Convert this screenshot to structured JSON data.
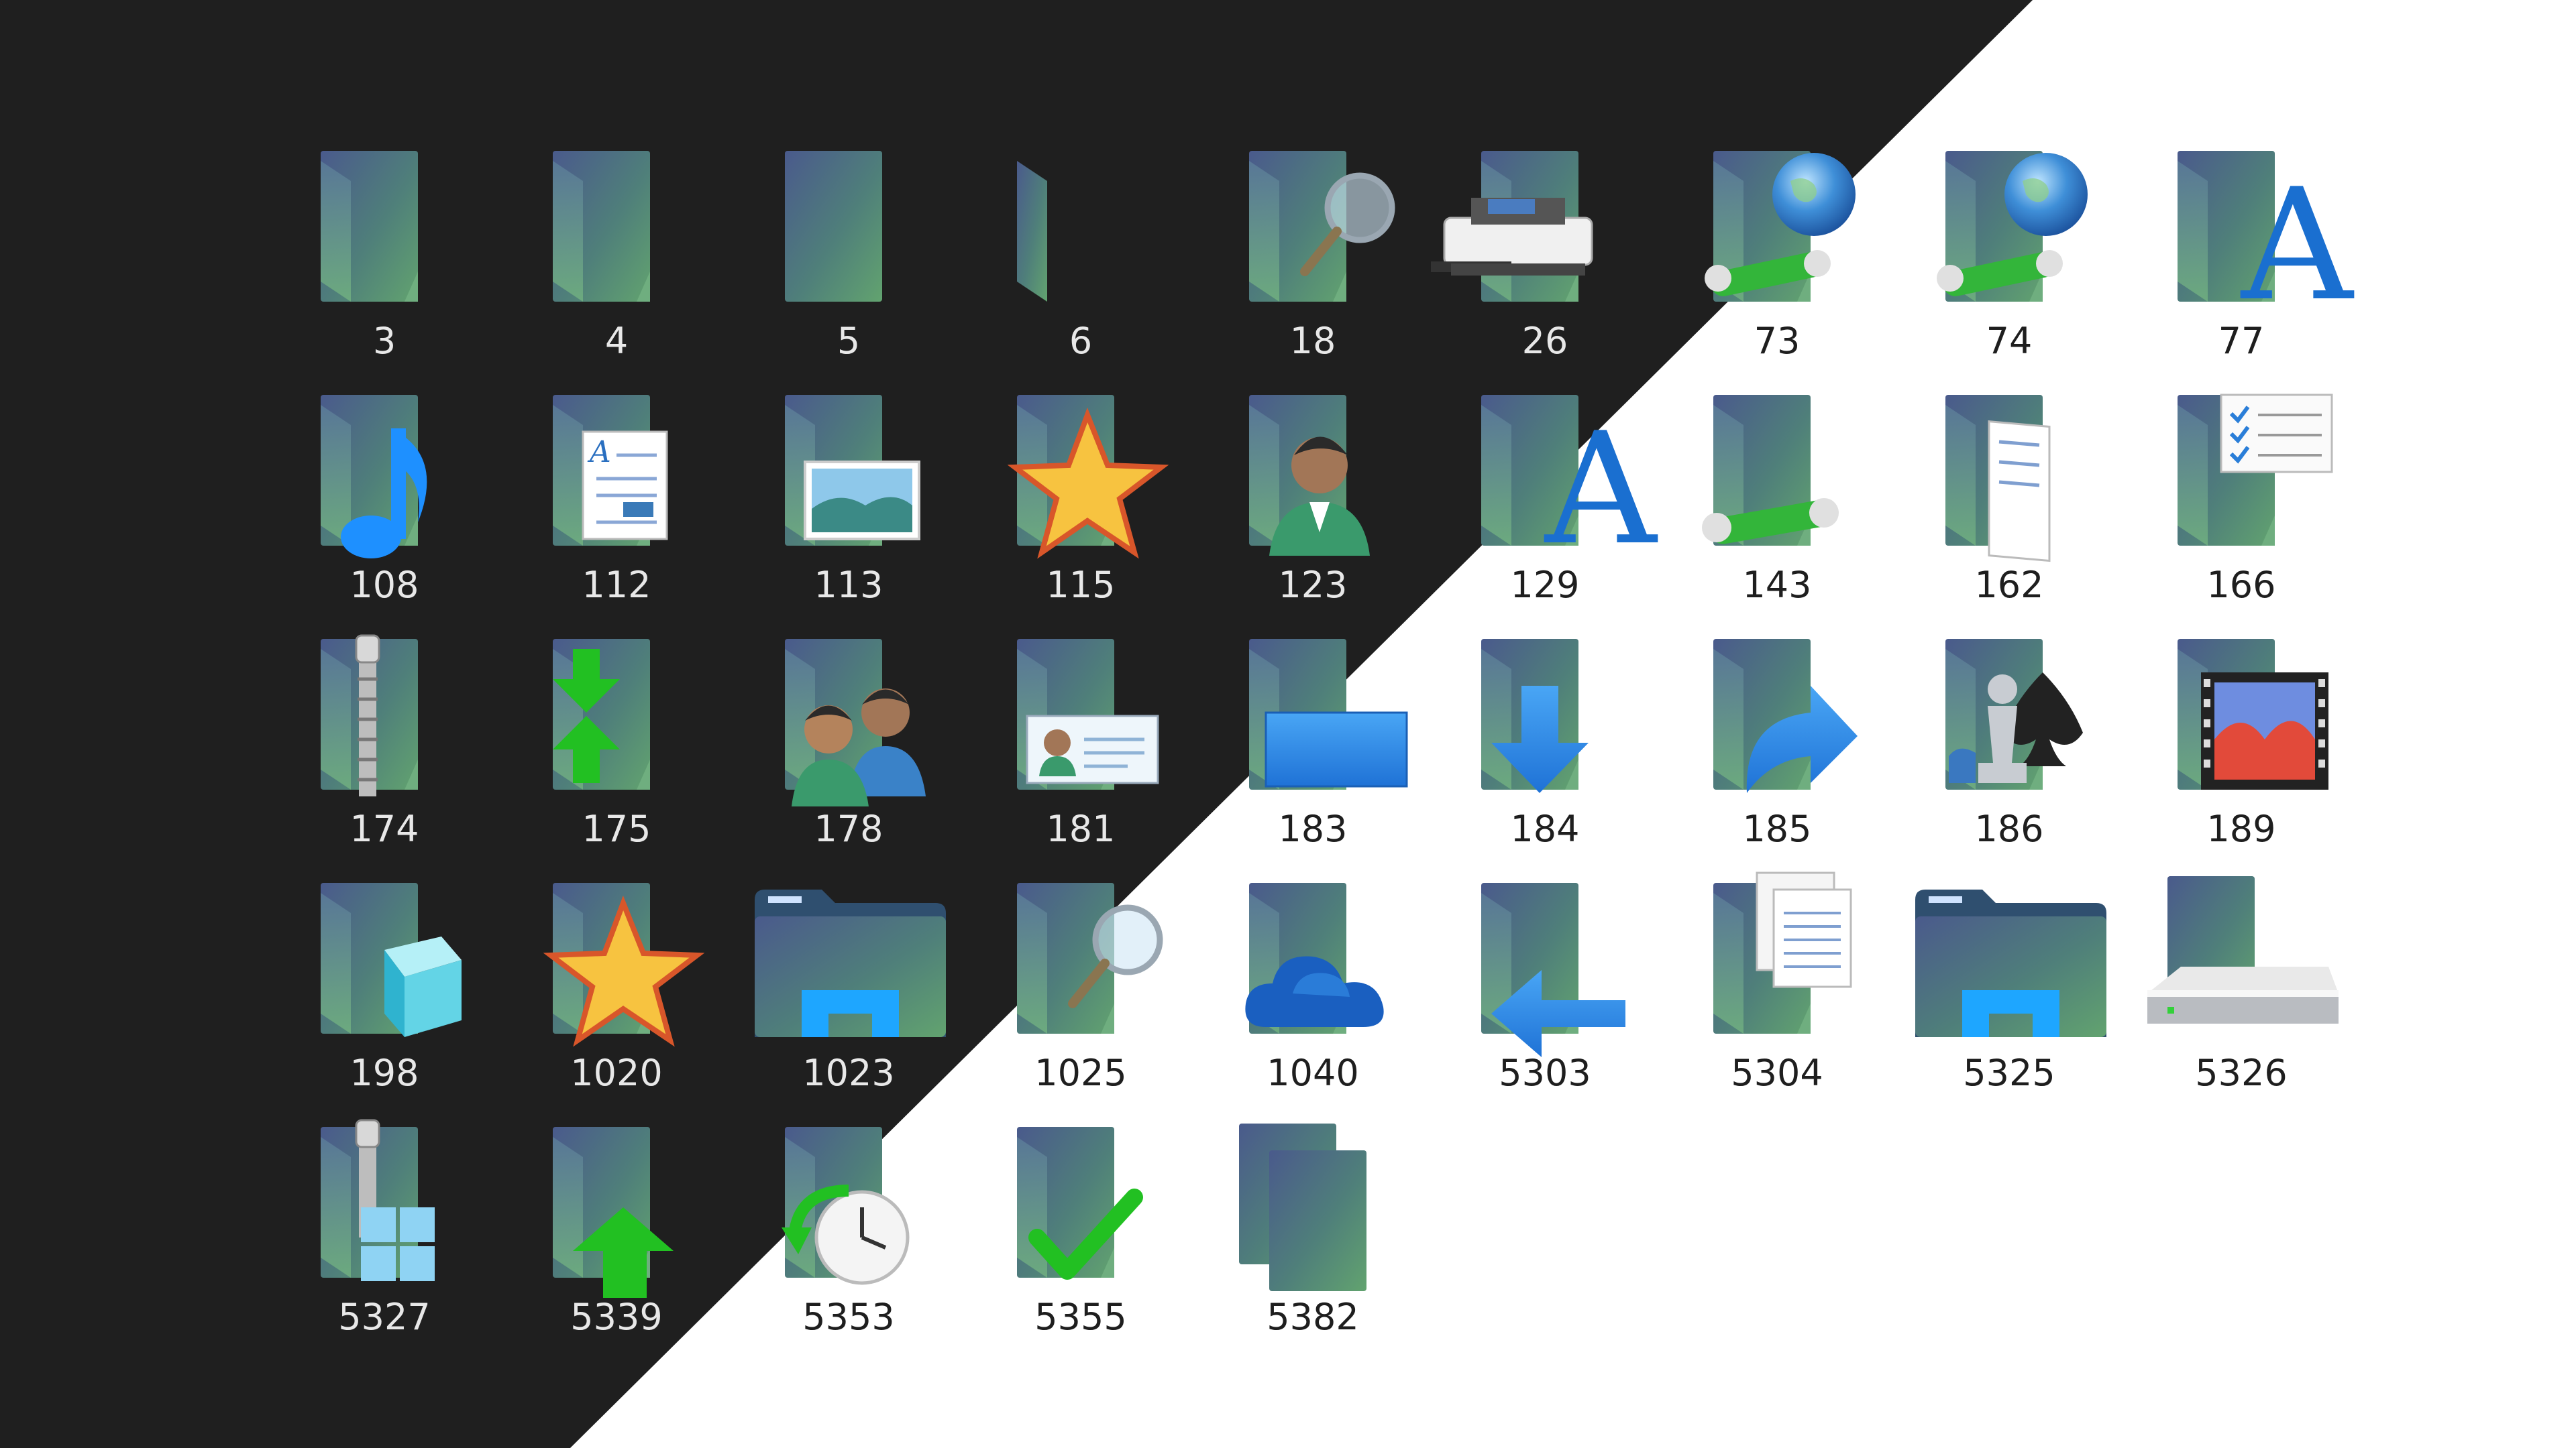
{
  "background": {
    "dark": "#1f1f1f",
    "light": "#ffffff"
  },
  "colors": {
    "folder_top": "#4a5a8c",
    "folder_bottom": "#5fa070",
    "accent_blue": "#2f8fe8",
    "accent_green": "#22c022"
  },
  "folders": [
    {
      "id": "3",
      "label": "3",
      "overlay": "none",
      "theme": "dark"
    },
    {
      "id": "4",
      "label": "4",
      "overlay": "none",
      "theme": "dark"
    },
    {
      "id": "5",
      "label": "5",
      "overlay": "back-panel",
      "theme": "dark"
    },
    {
      "id": "6",
      "label": "6",
      "overlay": "thin-panel",
      "theme": "dark"
    },
    {
      "id": "18",
      "label": "18",
      "overlay": "magnifier-icon",
      "theme": "dark"
    },
    {
      "id": "26",
      "label": "26",
      "overlay": "printer-icon",
      "theme": "dark"
    },
    {
      "id": "73",
      "label": "73",
      "overlay": "network-globe-icon",
      "theme": "light"
    },
    {
      "id": "74",
      "label": "74",
      "overlay": "network-globe-icon",
      "theme": "light"
    },
    {
      "id": "77",
      "label": "77",
      "overlay": "font-a-icon",
      "theme": "light"
    },
    {
      "id": "108",
      "label": "108",
      "overlay": "music-note-icon",
      "theme": "dark"
    },
    {
      "id": "112",
      "label": "112",
      "overlay": "document-icon",
      "theme": "dark"
    },
    {
      "id": "113",
      "label": "113",
      "overlay": "picture-icon",
      "theme": "dark"
    },
    {
      "id": "115",
      "label": "115",
      "overlay": "star-icon",
      "theme": "dark"
    },
    {
      "id": "123",
      "label": "123",
      "overlay": "user-icon",
      "theme": "dark"
    },
    {
      "id": "129",
      "label": "129",
      "overlay": "font-a-icon",
      "theme": "light"
    },
    {
      "id": "143",
      "label": "143",
      "overlay": "network-pipe-icon",
      "theme": "light"
    },
    {
      "id": "162",
      "label": "162",
      "overlay": "open-folder-icon",
      "theme": "light"
    },
    {
      "id": "166",
      "label": "166",
      "overlay": "checklist-icon",
      "theme": "light"
    },
    {
      "id": "174",
      "label": "174",
      "overlay": "zipper-icon",
      "theme": "dark"
    },
    {
      "id": "175",
      "label": "175",
      "overlay": "sync-arrows-icon",
      "theme": "dark"
    },
    {
      "id": "178",
      "label": "178",
      "overlay": "users-icon",
      "theme": "dark"
    },
    {
      "id": "181",
      "label": "181",
      "overlay": "contact-card-icon",
      "theme": "dark"
    },
    {
      "id": "183",
      "label": "183",
      "overlay": "desktop-icon",
      "theme": "light"
    },
    {
      "id": "184",
      "label": "184",
      "overlay": "download-arrow-icon",
      "theme": "light"
    },
    {
      "id": "185",
      "label": "185",
      "overlay": "shortcut-arrow-icon",
      "theme": "light"
    },
    {
      "id": "186",
      "label": "186",
      "overlay": "games-icon",
      "theme": "light"
    },
    {
      "id": "189",
      "label": "189",
      "overlay": "film-icon",
      "theme": "light"
    },
    {
      "id": "198",
      "label": "198",
      "overlay": "cube-3d-icon",
      "theme": "dark"
    },
    {
      "id": "1020",
      "label": "1020",
      "overlay": "star-icon",
      "theme": "dark"
    },
    {
      "id": "1023",
      "label": "1023",
      "overlay": "explorer-folder-icon",
      "theme": "dark"
    },
    {
      "id": "1025",
      "label": "1025",
      "overlay": "magnifier-icon",
      "theme": "light"
    },
    {
      "id": "1040",
      "label": "1040",
      "overlay": "cloud-icon",
      "theme": "light"
    },
    {
      "id": "5303",
      "label": "5303",
      "overlay": "left-arrow-icon",
      "theme": "light"
    },
    {
      "id": "5304",
      "label": "5304",
      "overlay": "documents-icon",
      "theme": "light"
    },
    {
      "id": "5325",
      "label": "5325",
      "overlay": "explorer-folder-icon",
      "theme": "light"
    },
    {
      "id": "5326",
      "label": "5326",
      "overlay": "drive-icon",
      "theme": "light"
    },
    {
      "id": "5327",
      "label": "5327",
      "overlay": "zip-windows-icon",
      "theme": "dark"
    },
    {
      "id": "5339",
      "label": "5339",
      "overlay": "up-arrow-icon",
      "theme": "dark"
    },
    {
      "id": "5353",
      "label": "5353",
      "overlay": "clock-icon",
      "theme": "light"
    },
    {
      "id": "5355",
      "label": "5355",
      "overlay": "checkmark-icon",
      "theme": "light"
    },
    {
      "id": "5382",
      "label": "5382",
      "overlay": "stacked-folders-icon",
      "theme": "light"
    }
  ]
}
